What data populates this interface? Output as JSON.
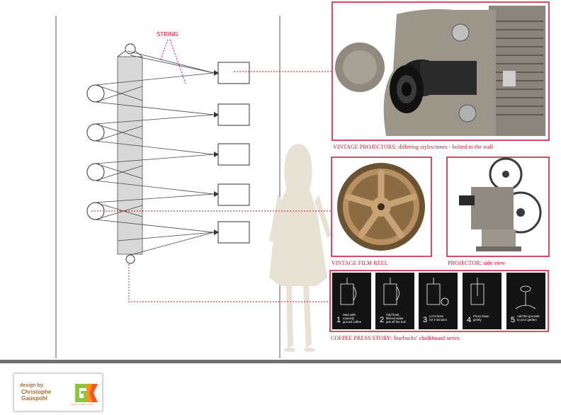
{
  "annotations": {
    "string_label": "STRING"
  },
  "captions": {
    "projectors": "VINTAGE PROJECTORS:  differing styles/tones - bolted to the wall",
    "film_reel": "VINTAGE FILM REEL",
    "side_view": "PROJECTOR: side view",
    "coffee_story": "COFFEE PRESS STORY: Starbucks' chalkboard series"
  },
  "coffee_cards": [
    {
      "num": "1",
      "lines": [
        "Start with",
        "coarsely",
        "ground coffee"
      ]
    },
    {
      "num": "2",
      "lines": [
        "Add fresh,",
        "filtered water",
        "just off the boil"
      ]
    },
    {
      "num": "3",
      "lines": [
        "Let it brew",
        "for 4 minutes"
      ]
    },
    {
      "num": "4",
      "lines": [
        "Press down",
        "gently"
      ]
    },
    {
      "num": "5",
      "lines": [
        "Add the grounds",
        "to your garden"
      ]
    }
  ],
  "credit": {
    "design_by": "design by:",
    "designer": "Christophe Gauspohl",
    "logo_text": "GFX",
    "tagline": "design to make a scene"
  },
  "colors": {
    "accent_red": "#c8102e",
    "wall_line": "#555555",
    "floor": "#6f6f6f",
    "silhouette": "#e8e2d4",
    "reel_gray": "#d8d8d8",
    "chalkboard": "#141414"
  }
}
